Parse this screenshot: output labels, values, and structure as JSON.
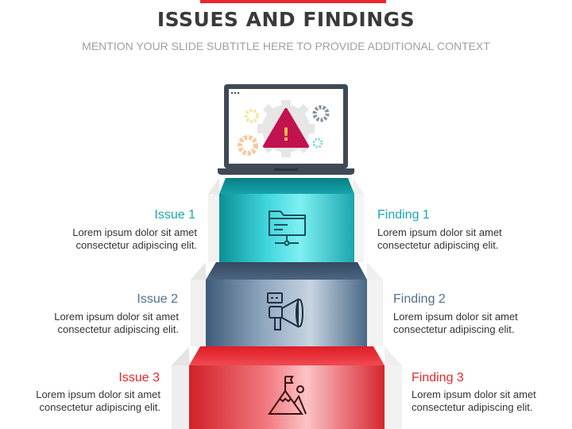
{
  "slide": {
    "title": "ISSUES AND FINDINGS",
    "subtitle": "MENTION YOUR SLIDE SUBTITLE HERE TO PROVIDE ADDITIONAL CONTEXT"
  },
  "colors": {
    "accent_red": "#e8262f",
    "teal": "#1aa7b0",
    "slate_blue": "#4f6f8f",
    "red_text": "#e8262f"
  },
  "steps": [
    {
      "issue_label": "Issue 1",
      "issue_text_line1": "Lorem ipsum dolor sit amet",
      "issue_text_line2": "consectetur adipiscing elit.",
      "finding_label": "Finding 1",
      "finding_text_line1": "Lorem ipsum dolor sit amet",
      "finding_text_line2": "consectetur adipiscing elit.",
      "icon": "folder-network-icon"
    },
    {
      "issue_label": "Issue 2",
      "issue_text_line1": "Lorem ipsum dolor sit amet",
      "issue_text_line2": "consectetur adipiscing elit.",
      "finding_label": "Finding 2",
      "finding_text_line1": "Lorem ipsum dolor sit amet",
      "finding_text_line2": "consectetur adipiscing elit.",
      "icon": "megaphone-icon"
    },
    {
      "issue_label": "Issue 3",
      "issue_text_line1": "Lorem ipsum dolor sit amet",
      "issue_text_line2": "consectetur adipiscing elit.",
      "finding_label": "Finding 3",
      "finding_text_line1": "Lorem ipsum dolor sit amet",
      "finding_text_line2": "consectetur adipiscing elit.",
      "icon": "mountain-flag-icon"
    }
  ],
  "laptop": {
    "icon": "warning-gears-laptop-icon",
    "warning_symbol": "!"
  }
}
